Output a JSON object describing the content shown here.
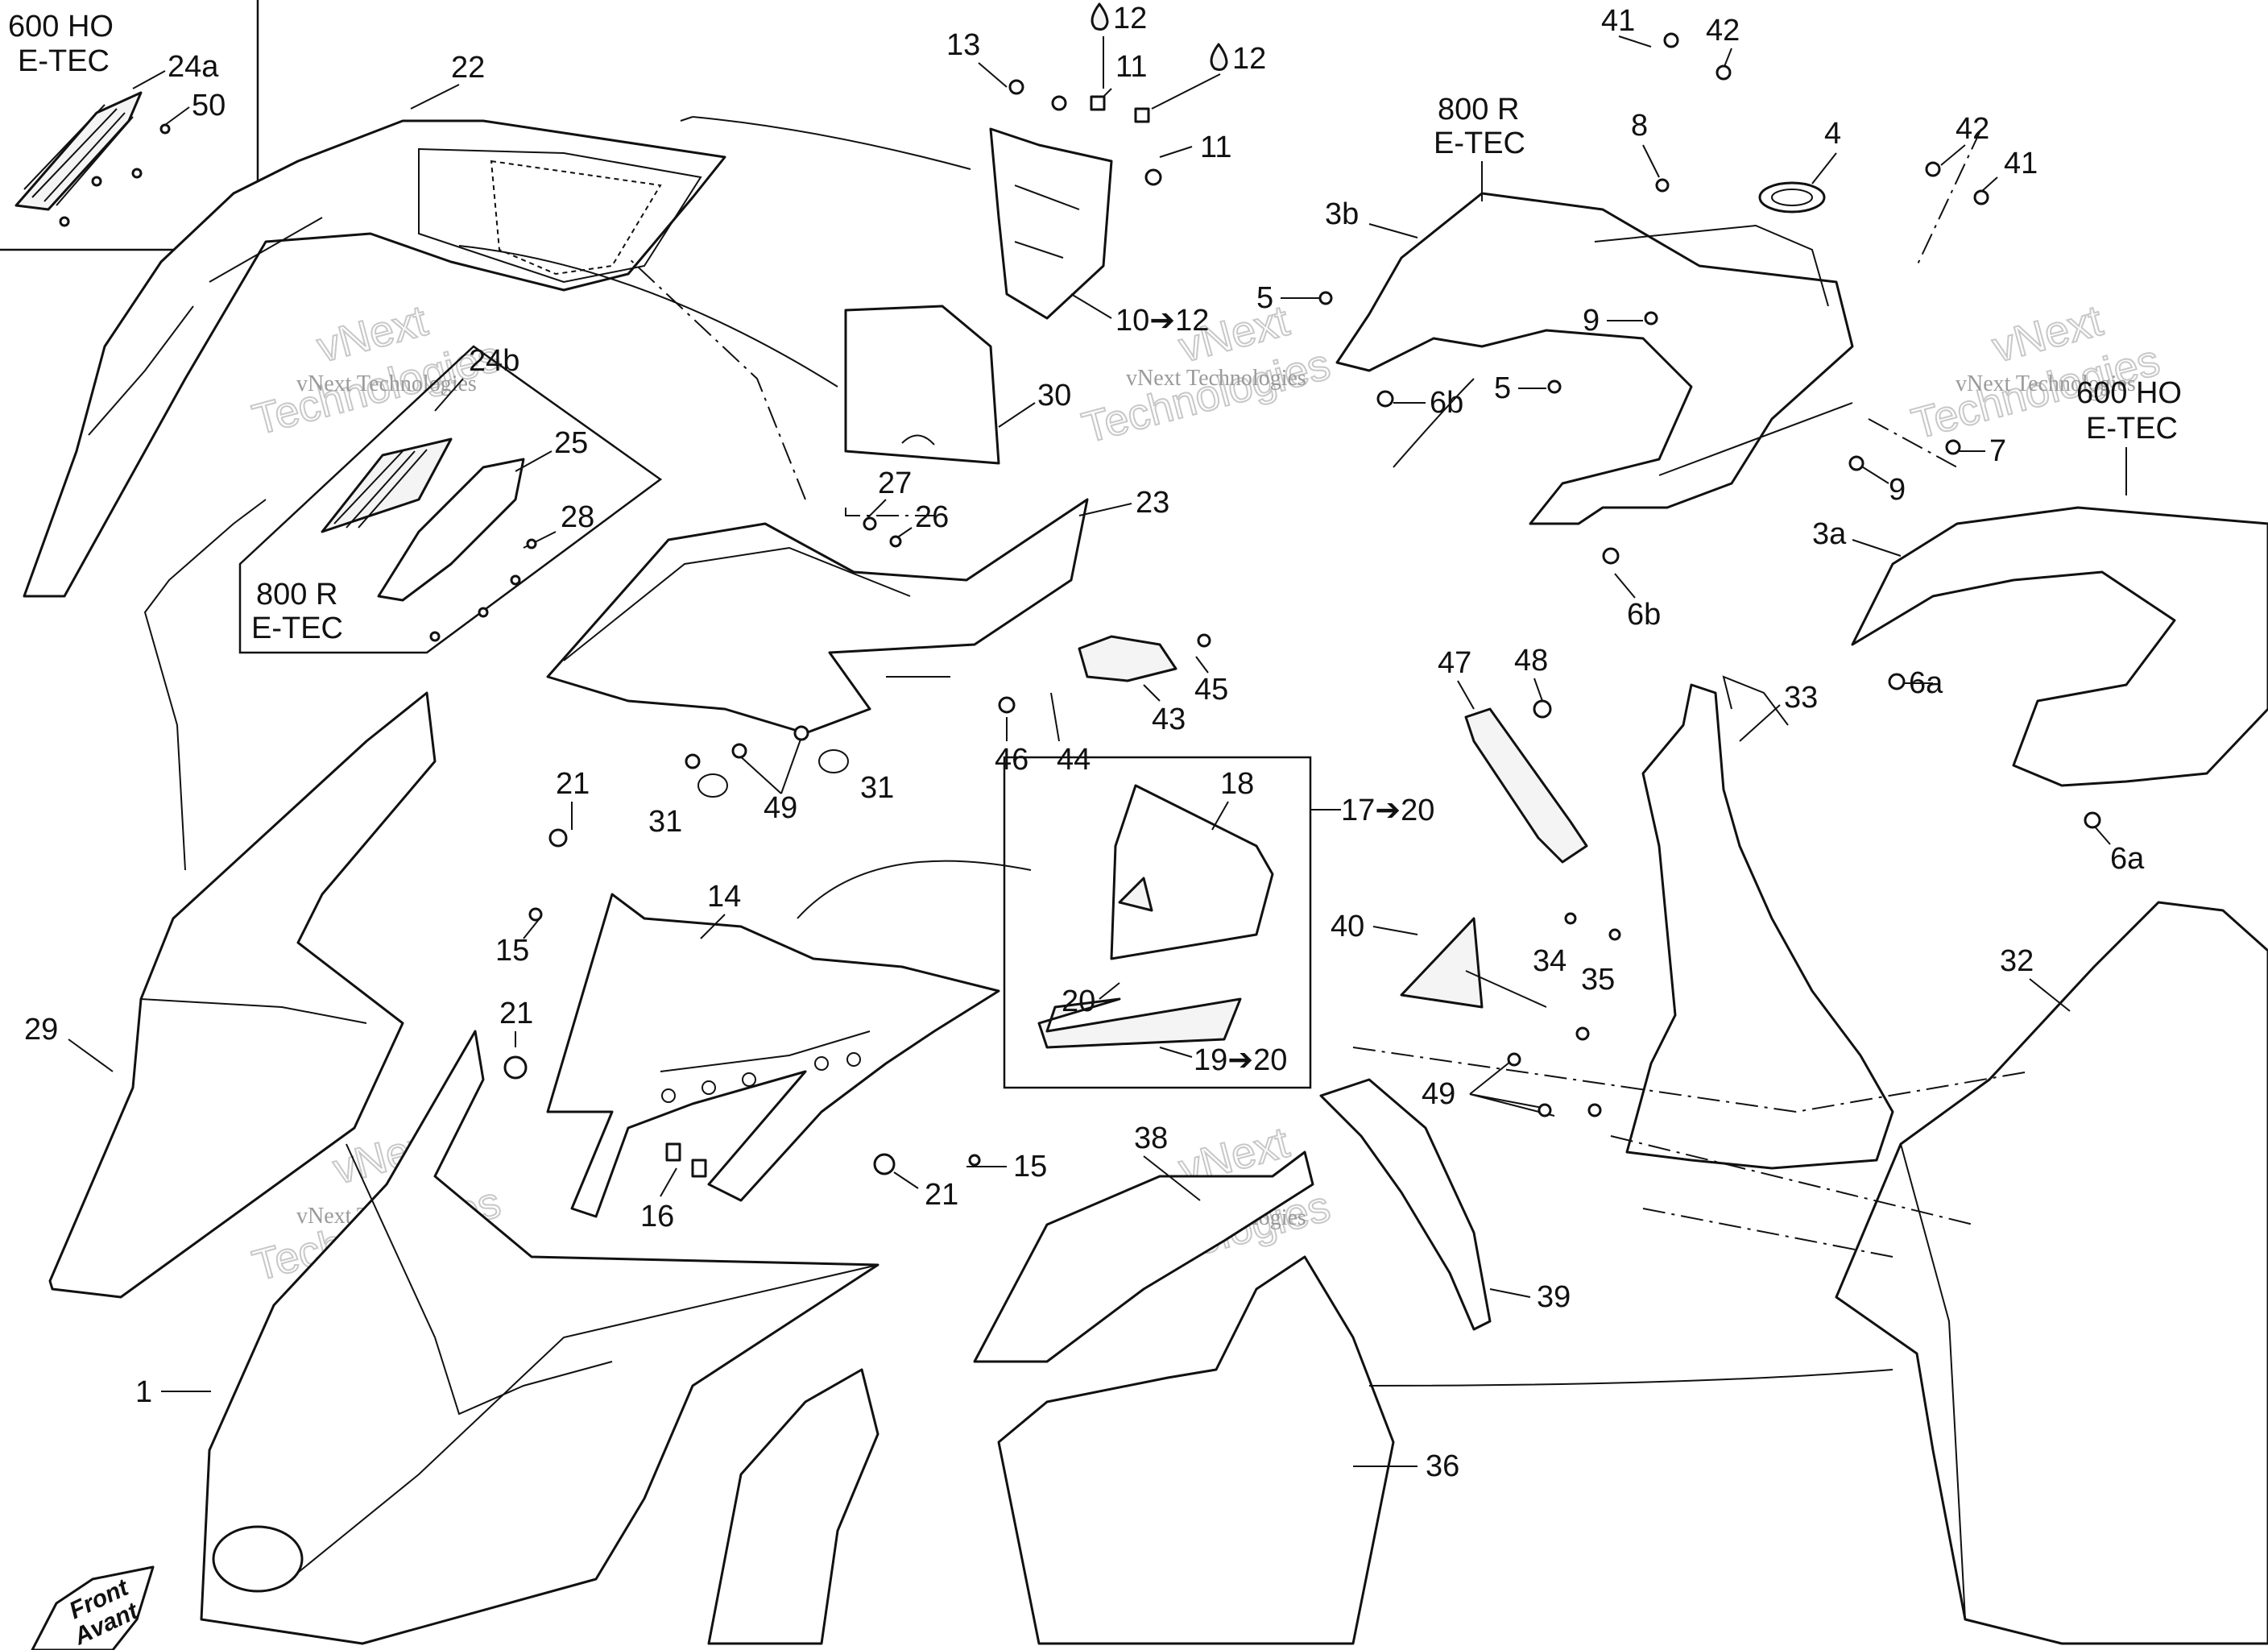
{
  "diagram": {
    "variants": {
      "top_left_1": "600 HO",
      "top_left_2": "E-TEC",
      "mid_left_1": "800 R",
      "mid_left_2": "E-TEC",
      "tank_top_1": "800 R",
      "tank_top_2": "E-TEC",
      "tank_right_1": "600 HO",
      "tank_right_2": "E-TEC"
    },
    "callouts": {
      "c1": "1",
      "c3a": "3a",
      "c3b": "3b",
      "c4": "4",
      "c5a": "5",
      "c5b": "5",
      "c6a_1": "6a",
      "c6a_2": "6a",
      "c6b_1": "6b",
      "c6b_2": "6b",
      "c7": "7",
      "c8": "8",
      "c9a": "9",
      "c9b": "9",
      "c10_12": "10➔12",
      "c11a": "11",
      "c11b": "11",
      "c12a": "12",
      "c12b": "12",
      "c13": "13",
      "c14": "14",
      "c15a": "15",
      "c15b": "15",
      "c16": "16",
      "c17_20": "17➔20",
      "c18": "18",
      "c19_20": "19➔20",
      "c20": "20",
      "c21a": "21",
      "c21b": "21",
      "c21c": "21",
      "c22": "22",
      "c23": "23",
      "c24a": "24a",
      "c24b": "24b",
      "c25": "25",
      "c26": "26",
      "c27": "27",
      "c28": "28",
      "c29": "29",
      "c30": "30",
      "c31a": "31",
      "c31b": "31",
      "c32": "32",
      "c33": "33",
      "c34": "34",
      "c35": "35",
      "c36": "36",
      "c38": "38",
      "c39": "39",
      "c40": "40",
      "c41a": "41",
      "c41b": "41",
      "c42a": "42",
      "c42b": "42",
      "c43": "43",
      "c44": "44",
      "c45": "45",
      "c46": "46",
      "c47": "47",
      "c48": "48",
      "c49a": "49",
      "c49b": "49",
      "c50": "50"
    },
    "watermark": {
      "company": "vNext Technologies",
      "line1": "vNext",
      "line2": "Technologies"
    },
    "front_badge": {
      "line1": "Front",
      "line2": "Avant"
    }
  }
}
